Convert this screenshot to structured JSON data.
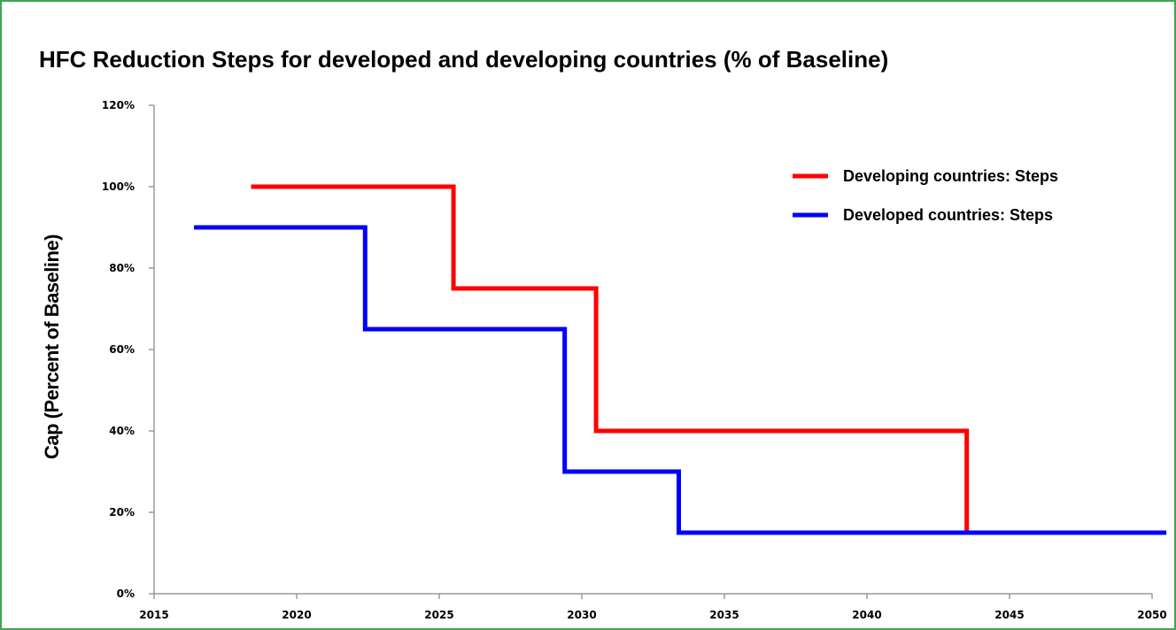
{
  "chart_data": {
    "type": "line",
    "title": "HFC Reduction Steps for developed and developing countries (% of Baseline)",
    "xlabel": "",
    "ylabel": "Cap (Percent of Baseline)",
    "xlim": [
      2015,
      2050
    ],
    "ylim": [
      0,
      120
    ],
    "x_ticks": [
      2015,
      2020,
      2025,
      2030,
      2035,
      2040,
      2045,
      2050
    ],
    "x_tick_labels": [
      "2015",
      "2020",
      "2025",
      "2030",
      "2035",
      "2040",
      "2045",
      "2050"
    ],
    "y_ticks": [
      0,
      20,
      40,
      60,
      80,
      100,
      120
    ],
    "y_tick_labels": [
      "0%",
      "20%",
      "40%",
      "60%",
      "80%",
      "100%",
      "120%"
    ],
    "grid": false,
    "legend_position": "top-right",
    "series": [
      {
        "name": "Developing countries: Steps",
        "color": "#ff0000",
        "x": [
          2018.4,
          2025.5,
          2025.5,
          2030.5,
          2030.5,
          2043.5,
          2043.5
        ],
        "y": [
          100,
          100,
          75,
          75,
          40,
          40,
          15
        ]
      },
      {
        "name": "Developed countries: Steps",
        "color": "#0000ff",
        "x": [
          2016.4,
          2022.4,
          2022.4,
          2029.4,
          2029.4,
          2033.4,
          2033.4,
          2050.5
        ],
        "y": [
          90,
          90,
          65,
          65,
          30,
          30,
          15,
          15
        ]
      }
    ]
  }
}
